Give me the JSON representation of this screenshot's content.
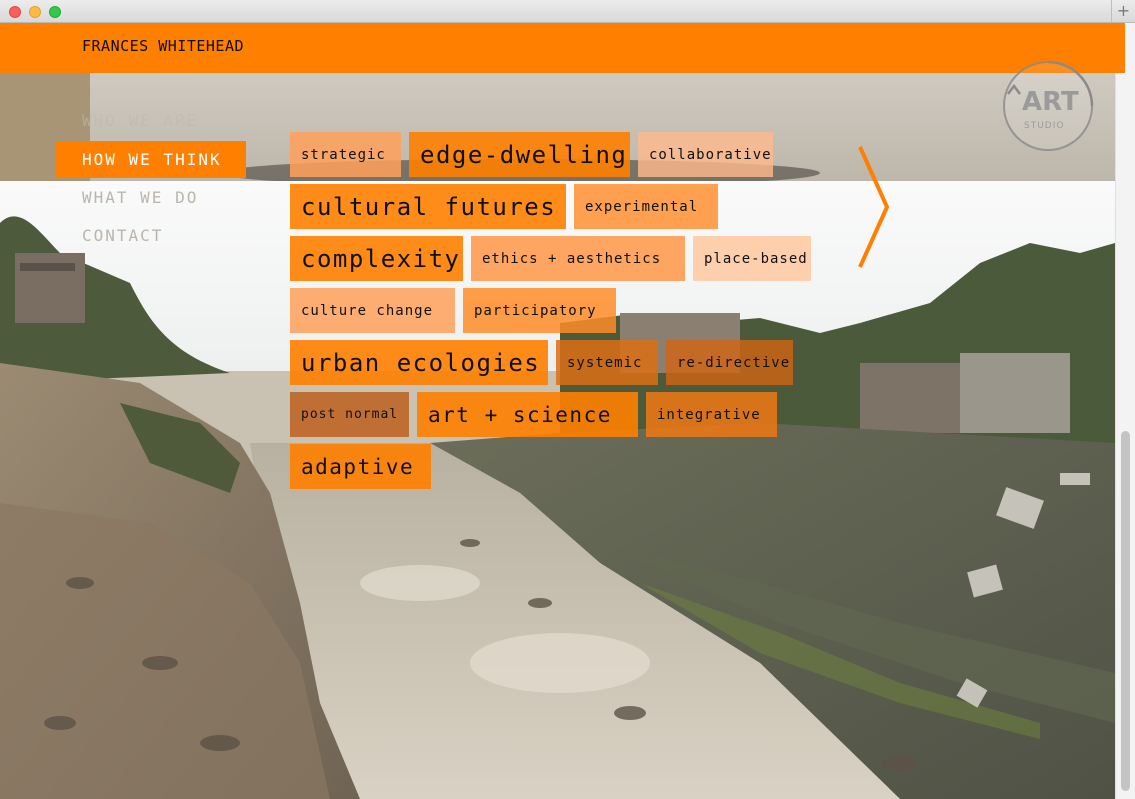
{
  "site": {
    "title": "FRANCES WHITEHEAD"
  },
  "nav": [
    {
      "label": "WHO WE ARE",
      "state": "faded"
    },
    {
      "label": "HOW WE THINK",
      "state": "active"
    },
    {
      "label": "WHAT WE DO",
      "state": "normal"
    },
    {
      "label": "CONTACT",
      "state": "normal"
    }
  ],
  "tags": [
    "strategic",
    "edge-dwelling",
    "collaborative",
    "cultural futures",
    "experimental",
    "complexity",
    "ethics + aesthetics",
    "place-based",
    "culture change",
    "participatory",
    "urban ecologies",
    "systemic",
    "re-directive",
    "post normal",
    "art + science",
    "integrative",
    "adaptive"
  ],
  "logo": {
    "icon": "art-studio-logo-icon"
  },
  "colors": {
    "accent": "#ff7f00",
    "nav_active_text": "#ffffff",
    "nav_text": "#b9b6ae"
  },
  "icons": {
    "next": "chevron-right-icon",
    "new_tab": "plus-icon"
  }
}
